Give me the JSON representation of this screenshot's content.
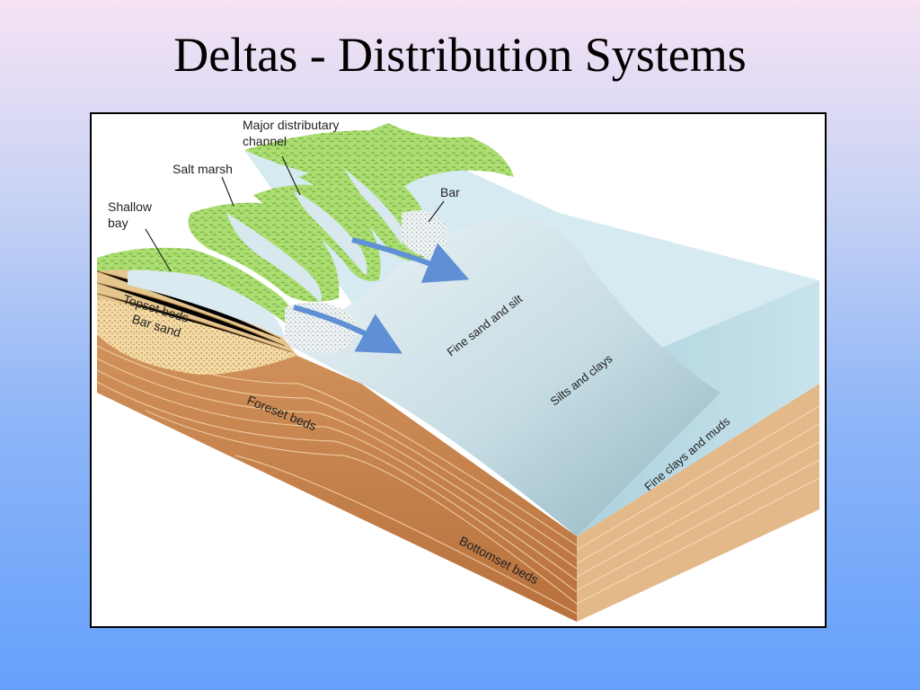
{
  "slide": {
    "title": "Deltas - Distribution Systems"
  },
  "diagram": {
    "labels": {
      "major_channel_line1": "Major distributary",
      "major_channel_line2": "channel",
      "salt_marsh": "Salt marsh",
      "shallow_bay_line1": "Shallow",
      "shallow_bay_line2": "bay",
      "bar": "Bar",
      "topset_beds": "Topset beds",
      "bar_sand": "Bar sand",
      "foreset_beds": "Foreset beds",
      "bottomset_beds": "Bottomset beds",
      "fine_sand_and_silt": "Fine sand and silt",
      "silts_and_clays": "Silts and clays",
      "fine_clays_and_muds": "Fine clays and muds"
    },
    "colors": {
      "marsh": "#a8dc6c",
      "water": "#bfe0ea",
      "sediment": "#cc8a52",
      "sand": "#f2d49a",
      "arrow": "#5f8fd4"
    }
  }
}
